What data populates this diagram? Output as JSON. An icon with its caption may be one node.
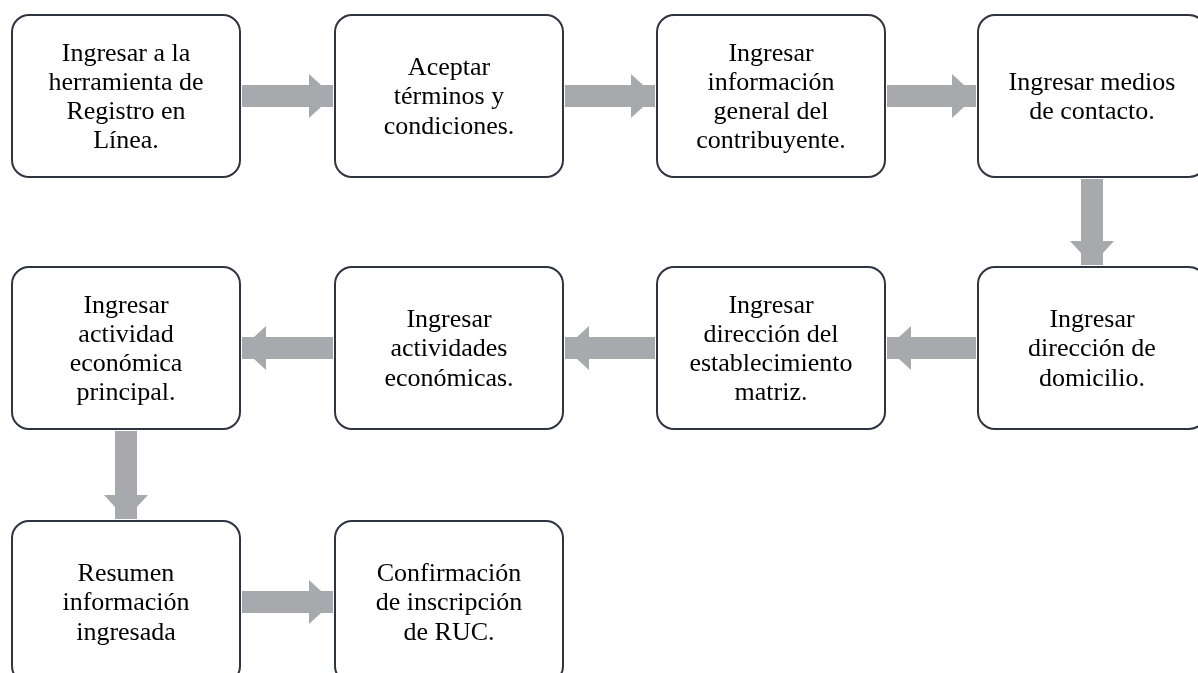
{
  "diagram": {
    "nodes": [
      {
        "text": [
          "Ingresar a la herramienta de Registro en Línea."
        ]
      },
      {
        "text": [
          "Aceptar términos y condiciones."
        ]
      },
      {
        "text": [
          "Ingresar información general del contribuyente."
        ]
      },
      {
        "text": [
          "Ingresar medios de contacto."
        ]
      },
      {
        "text": [
          "Ingresar dirección de domicilio."
        ]
      },
      {
        "text": [
          "Ingresar dirección del establecimiento matriz."
        ]
      },
      {
        "text": [
          "Ingresar actividades económicas."
        ]
      },
      {
        "text": [
          "Ingresar actividad económica principal."
        ]
      },
      {
        "text": [
          "Resumen información ingresada"
        ]
      },
      {
        "text": [
          "Confirmación de inscripción de RUC."
        ]
      }
    ],
    "edges": [
      {
        "from": 0,
        "to": 1,
        "arrow": "to"
      },
      {
        "from": 1,
        "to": 2,
        "arrow": "to"
      },
      {
        "from": 2,
        "to": 3,
        "arrow": "to"
      },
      {
        "from": 3,
        "to": 4,
        "arrow": "to"
      },
      {
        "from": 4,
        "to": 5,
        "arrow": "to"
      },
      {
        "from": 5,
        "to": 6,
        "arrow": "to"
      },
      {
        "from": 6,
        "to": 7,
        "arrow": "to"
      },
      {
        "from": 7,
        "to": 8,
        "arrow": "to"
      },
      {
        "from": 8,
        "to": 9,
        "arrow": "to"
      }
    ]
  }
}
